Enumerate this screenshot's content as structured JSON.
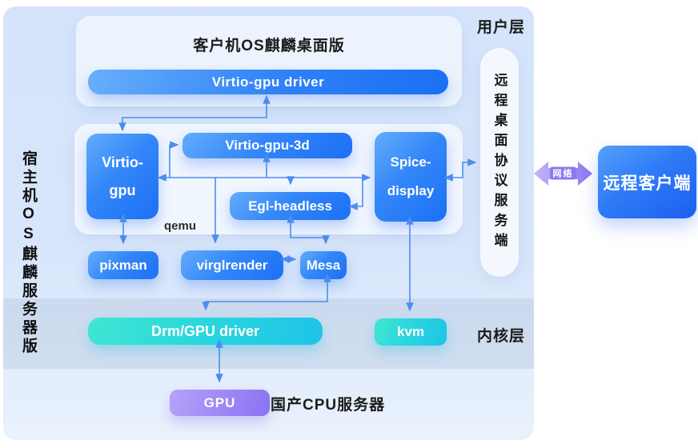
{
  "diagram": {
    "host_os_label": "宿主机OS麒麟服务器版",
    "user_layer_label": "用户层",
    "kernel_layer_label": "内核层",
    "guest": {
      "title": "客户机OS麒麟桌面版",
      "virtio_gpu_driver": "Virtio-gpu driver"
    },
    "qemu": {
      "label": "qemu",
      "virtio_gpu_line1": "Virtio-",
      "virtio_gpu_line2": "gpu",
      "virtio_gpu_3d": "Virtio-gpu-3d",
      "egl_headless": "Egl-headless",
      "spice_display_line1": "Spice-",
      "spice_display_line2": "display"
    },
    "libraries": {
      "pixman": "pixman",
      "virglrender": "virglrender",
      "mesa": "Mesa"
    },
    "kernel": {
      "drm_gpu_driver": "Drm/GPU driver",
      "kvm": "kvm"
    },
    "hardware": {
      "gpu": "GPU",
      "server_label": "国产CPU服务器"
    },
    "remote": {
      "protocol_server": "远程桌面协议服务端",
      "network_label": "网络",
      "client": "远程客户端"
    },
    "colors": {
      "panel_bg": "#d8e6fb",
      "kernel_band": "#ccdaee",
      "box_blue_light": "#63acfb",
      "box_blue_dark": "#1c70f5",
      "box_teal_light": "#3ee7d1",
      "box_teal_dark": "#1fc3e9",
      "box_purple_light": "#b5a3f8",
      "box_purple_dark": "#8a73f2",
      "arrow_blue": "#4c8cf1",
      "network_purple_light": "#c2b3f7",
      "network_purple_dark": "#8c79f0"
    }
  }
}
